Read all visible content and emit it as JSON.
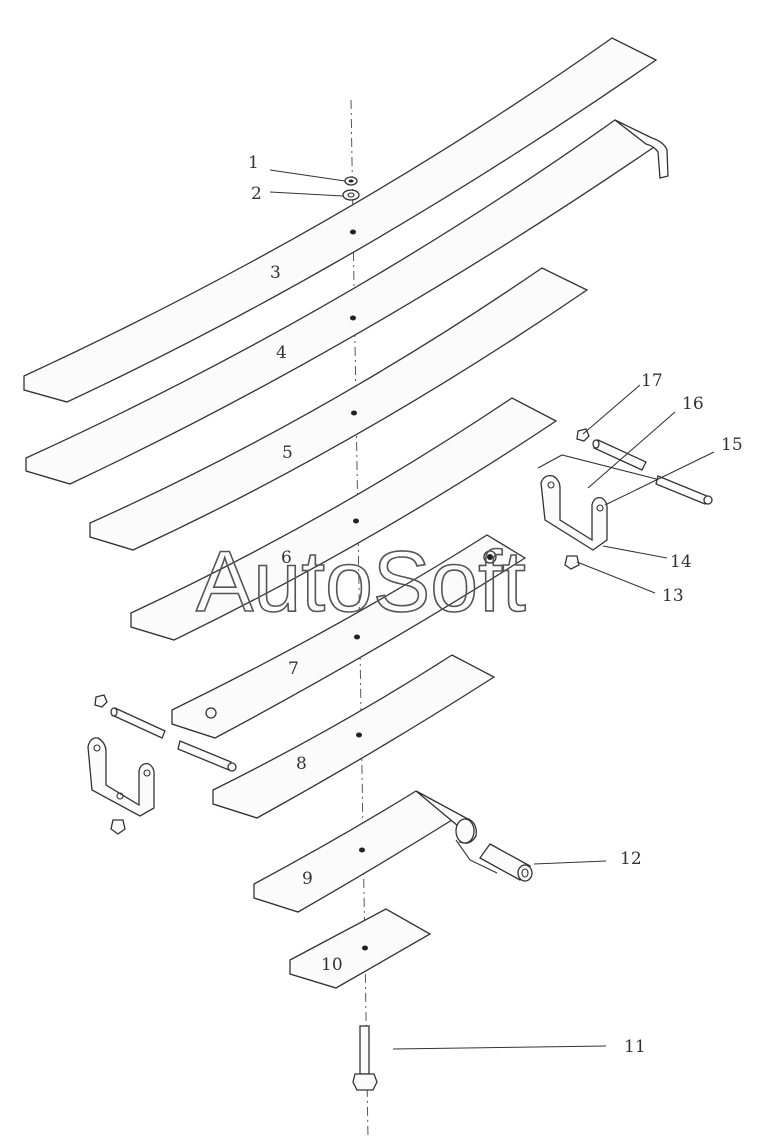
{
  "diagram": {
    "watermark": "AutoSoft",
    "callouts": [
      {
        "id": "1",
        "label": "1"
      },
      {
        "id": "2",
        "label": "2"
      },
      {
        "id": "3",
        "label": "3"
      },
      {
        "id": "4",
        "label": "4"
      },
      {
        "id": "5",
        "label": "5"
      },
      {
        "id": "6",
        "label": "6"
      },
      {
        "id": "7",
        "label": "7"
      },
      {
        "id": "8",
        "label": "8"
      },
      {
        "id": "9",
        "label": "9"
      },
      {
        "id": "10",
        "label": "10"
      },
      {
        "id": "11",
        "label": "11"
      },
      {
        "id": "12",
        "label": "12"
      },
      {
        "id": "13",
        "label": "13"
      },
      {
        "id": "14",
        "label": "14"
      },
      {
        "id": "15",
        "label": "15"
      },
      {
        "id": "16",
        "label": "16"
      },
      {
        "id": "17",
        "label": "17"
      }
    ]
  }
}
